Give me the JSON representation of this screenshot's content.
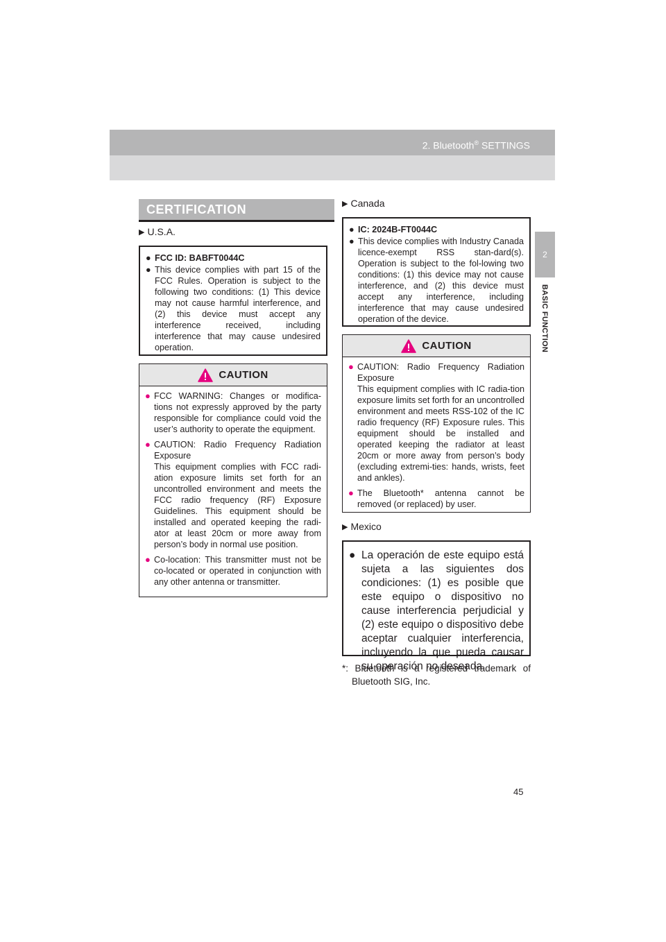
{
  "header": {
    "title_pre": "2. Bluetooth",
    "title_reg": "®",
    "title_post": " SETTINGS"
  },
  "side_tab": {
    "number": "2",
    "label": "BASIC FUNCTION"
  },
  "certification": {
    "heading": "CERTIFICATION"
  },
  "usa": {
    "label": "U.S.A.",
    "items": [
      "FCC ID: BABFT0044C",
      "This device complies with part 15 of the FCC Rules. Operation is subject to the following two conditions: (1) This device may not cause harmful interference, and (2) this device must accept any interference received, including interference that may cause undesired operation."
    ],
    "caution": {
      "title": "CAUTION",
      "items": [
        "FCC WARNING: Changes or modifica-tions not expressly approved by the party responsible for compliance could void the user’s authority to operate the equipment.",
        "CAUTION: Radio Frequency Radiation Exposure",
        "This equipment complies with FCC radi-ation exposure limits set forth for an uncontrolled environment and meets the FCC radio frequency (RF) Exposure Guidelines. This equipment should be installed and operated keeping the radi-ator at least 20cm or more away from person’s body in normal use position.",
        "Co-location: This transmitter must not be co-located or operated in conjunction with any other antenna or transmitter."
      ]
    }
  },
  "canada": {
    "label": "Canada",
    "items": [
      "IC: 2024B-FT0044C",
      "This device complies with Industry Canada licence-exempt RSS stan-dard(s). Operation is subject to the fol-lowing two conditions: (1) this device may not cause interference, and (2) this device must accept any interference, including interference that may cause undesired operation of the device."
    ],
    "caution": {
      "title": "CAUTION",
      "items": [
        "CAUTION: Radio Frequency Radiation Exposure",
        "This equipment complies with IC radia-tion exposure limits set forth for an uncontrolled environment and meets RSS-102 of the IC radio frequency (RF) Exposure rules. This equipment should be installed and operated keeping the radiator at least 20cm or more away from person’s body (excluding extremi-ties: hands, wrists, feet and ankles).",
        "The Bluetooth* antenna cannot be removed (or replaced) by user."
      ]
    }
  },
  "mexico": {
    "label": "Mexico",
    "items": [
      "La operación de este equipo está sujeta a las siguientes dos condiciones: (1) es posible que este equipo o dispositivo no cause interferencia perjudicial y (2) este equipo o dispositivo debe aceptar cualquier interferencia, incluyendo la que pueda causar su operación no deseada."
    ]
  },
  "footnote": "*: Bluetooth is a registered trademark of Bluetooth SIG, Inc.",
  "page_number": "45"
}
